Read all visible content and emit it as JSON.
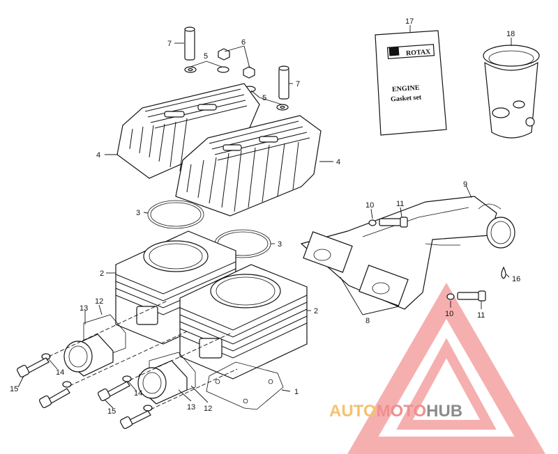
{
  "callouts": [
    {
      "id": "c1",
      "label": "1"
    },
    {
      "id": "c2a",
      "label": "2"
    },
    {
      "id": "c2b",
      "label": "2"
    },
    {
      "id": "c3a",
      "label": "3"
    },
    {
      "id": "c3b",
      "label": "3"
    },
    {
      "id": "c4a",
      "label": "4"
    },
    {
      "id": "c4b",
      "label": "4"
    },
    {
      "id": "c5a",
      "label": "5"
    },
    {
      "id": "c5b",
      "label": "5"
    },
    {
      "id": "c6",
      "label": "6"
    },
    {
      "id": "c7a",
      "label": "7"
    },
    {
      "id": "c7b",
      "label": "7"
    },
    {
      "id": "c8",
      "label": "8"
    },
    {
      "id": "c9",
      "label": "9"
    },
    {
      "id": "c10a",
      "label": "10"
    },
    {
      "id": "c10b",
      "label": "10"
    },
    {
      "id": "c11a",
      "label": "11"
    },
    {
      "id": "c11b",
      "label": "11"
    },
    {
      "id": "c12a",
      "label": "12"
    },
    {
      "id": "c12b",
      "label": "12"
    },
    {
      "id": "c13a",
      "label": "13"
    },
    {
      "id": "c13b",
      "label": "13"
    },
    {
      "id": "c14a",
      "label": "14"
    },
    {
      "id": "c14b",
      "label": "14"
    },
    {
      "id": "c15a",
      "label": "15"
    },
    {
      "id": "c15b",
      "label": "15"
    },
    {
      "id": "c16",
      "label": "16"
    },
    {
      "id": "c17",
      "label": "17"
    },
    {
      "id": "c18",
      "label": "18"
    }
  ],
  "gasket_book": {
    "brand": "ROTAX",
    "line1": "ENGINE",
    "line2": "Gasket set"
  },
  "watermark": {
    "part1": "AUTO",
    "part2": "MOTO",
    "part3": "HUB",
    "colors": {
      "auto": "#f5c26b",
      "moto": "#ef8f8f",
      "hub": "#8c8c8c",
      "triangle": "#ef6f6f"
    }
  }
}
